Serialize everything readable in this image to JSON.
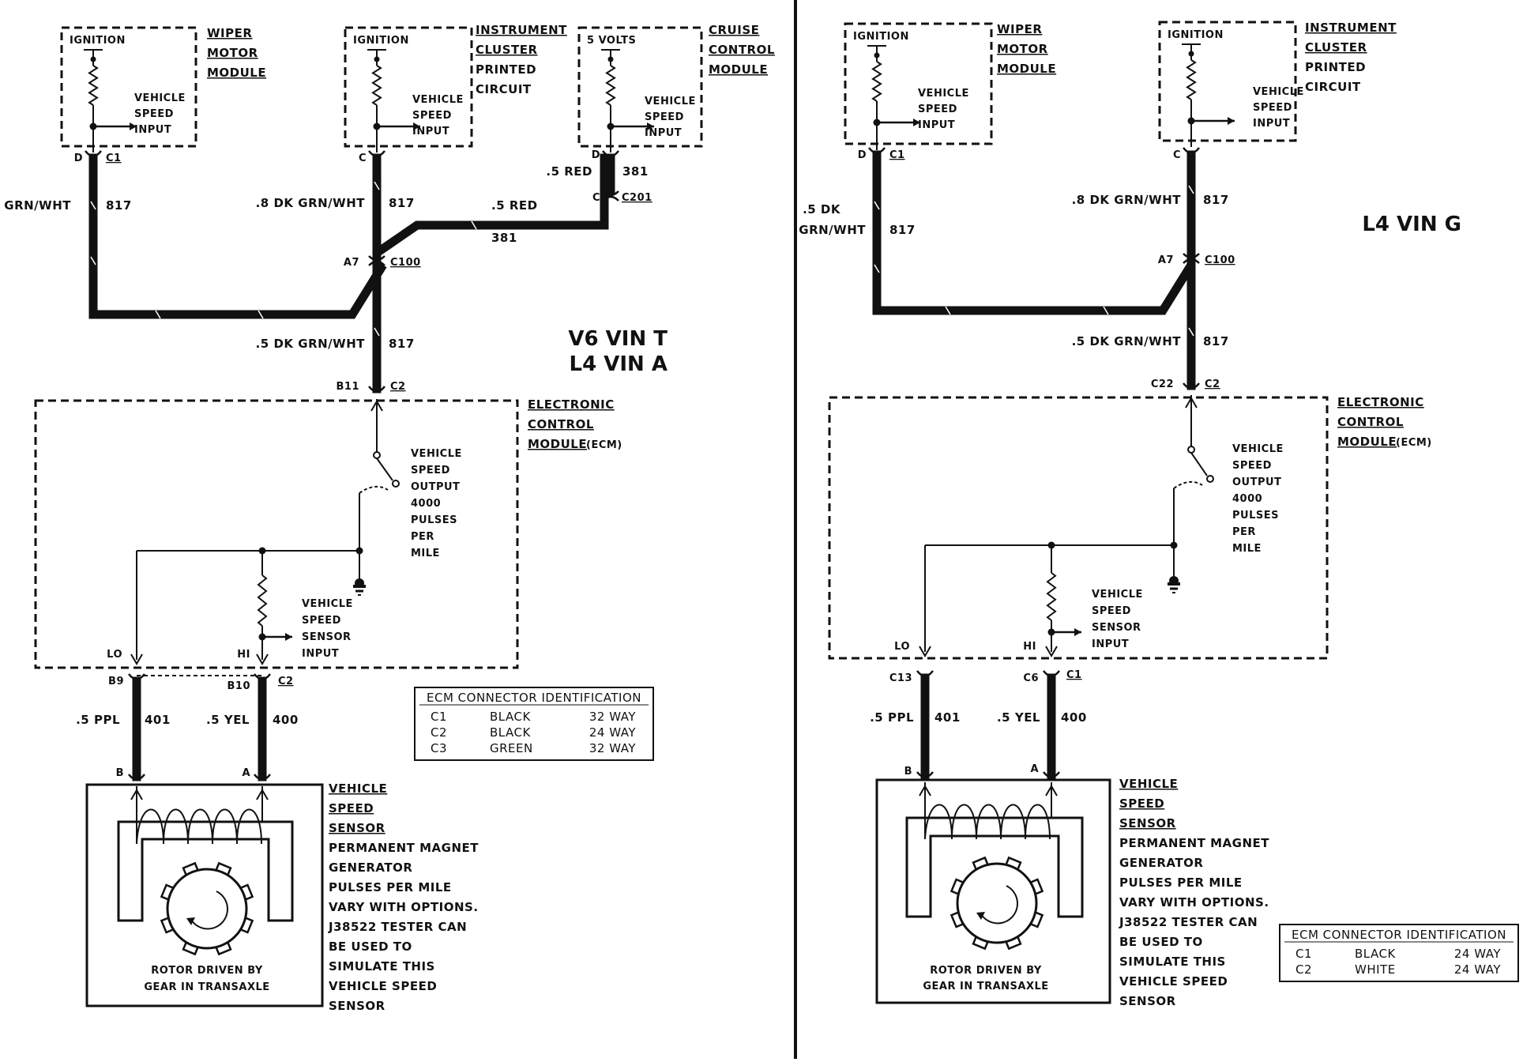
{
  "left": {
    "wiper": {
      "inner_label": "IGNITION",
      "title": [
        "WIPER",
        "MOTOR",
        "MODULE"
      ],
      "input": [
        "VEHICLE",
        "SPEED",
        "INPUT"
      ],
      "pin": "D",
      "conn": "C1"
    },
    "cluster": {
      "inner_label": "IGNITION",
      "title": [
        "INSTRUMENT",
        "CLUSTER",
        "PRINTED",
        "CIRCUIT"
      ],
      "input": [
        "VEHICLE",
        "SPEED",
        "INPUT"
      ],
      "pin": "C"
    },
    "cruise": {
      "inner_label": "5 VOLTS",
      "title": [
        "CRUISE",
        "CONTROL",
        "MODULE"
      ],
      "input": [
        "VEHICLE",
        "SPEED",
        "INPUT"
      ],
      "pin": "D",
      "pin2": "C",
      "conn2": "C201"
    },
    "wires": {
      "wiper_wire": "DK GRN/WHT",
      "wiper_circuit": "817",
      "cluster_wire": ".8 DK GRN/WHT",
      "cluster_circuit": "817",
      "cruise_wire_top": ".5 RED",
      "cruise_circuit_top": "381",
      "cruise_wire_mid": ".5 RED",
      "cruise_circuit_mid": "381",
      "splice_pin": "A7",
      "splice_conn": "C100",
      "main_wire": ".5 DK GRN/WHT",
      "main_circuit": "817",
      "ecm_pin": "B11",
      "ecm_conn": "C2"
    },
    "engine_label": [
      "V6 VIN T",
      "L4 VIN A"
    ],
    "ecm": {
      "title": [
        "ELECTRONIC",
        "CONTROL",
        "MODULE"
      ],
      "title_suffix": "(ECM)",
      "output": [
        "VEHICLE",
        "SPEED",
        "OUTPUT",
        "4000",
        "PULSES",
        "PER",
        "MILE"
      ],
      "sensor_input": [
        "VEHICLE",
        "SPEED",
        "SENSOR",
        "INPUT"
      ],
      "lo": "LO",
      "hi": "HI"
    },
    "sensor_wires": {
      "pin_lo": "B9",
      "pin_hi": "B10",
      "conn": "C2",
      "lo_wire": ".5 PPL",
      "lo_circuit": "401",
      "hi_wire": ".5 YEL",
      "hi_circuit": "400",
      "pin_b": "B",
      "pin_a": "A"
    },
    "vss": {
      "title": [
        "VEHICLE",
        "SPEED",
        "SENSOR"
      ],
      "desc": [
        "PERMANENT MAGNET",
        "GENERATOR",
        "PULSES PER MILE",
        "VARY WITH OPTIONS.",
        "J38522 TESTER CAN",
        "BE USED TO",
        "SIMULATE THIS",
        "VEHICLE SPEED",
        "SENSOR"
      ],
      "rotor": [
        "ROTOR DRIVEN BY",
        "GEAR IN TRANSAXLE"
      ]
    },
    "table": {
      "title": "ECM CONNECTOR IDENTIFICATION",
      "rows": [
        [
          "C1",
          "BLACK",
          "32 WAY"
        ],
        [
          "C2",
          "BLACK",
          "24 WAY"
        ],
        [
          "C3",
          "GREEN",
          "32 WAY"
        ]
      ]
    }
  },
  "right": {
    "wiper": {
      "inner_label": "IGNITION",
      "title": [
        "WIPER",
        "MOTOR",
        "MODULE"
      ],
      "input": [
        "VEHICLE",
        "SPEED",
        "INPUT"
      ],
      "pin": "D",
      "conn": "C1"
    },
    "cluster": {
      "inner_label": "IGNITION",
      "title": [
        "INSTRUMENT",
        "CLUSTER",
        "PRINTED",
        "CIRCUIT"
      ],
      "input": [
        "VEHICLE",
        "SPEED",
        "INPUT"
      ],
      "pin": "C"
    },
    "wires": {
      "wiper_wire": [
        ".5 DK",
        "GRN/WHT"
      ],
      "wiper_circuit": "817",
      "cluster_wire": ".8 DK GRN/WHT",
      "cluster_circuit": "817",
      "splice_pin": "A7",
      "splice_conn": "C100",
      "main_wire": ".5 DK GRN/WHT",
      "main_circuit": "817",
      "ecm_pin": "C22",
      "ecm_conn": "C2"
    },
    "engine_label": "L4 VIN G",
    "ecm": {
      "title": [
        "ELECTRONIC",
        "CONTROL",
        "MODULE"
      ],
      "title_suffix": "(ECM)",
      "output": [
        "VEHICLE",
        "SPEED",
        "OUTPUT",
        "4000",
        "PULSES",
        "PER",
        "MILE"
      ],
      "sensor_input": [
        "VEHICLE",
        "SPEED",
        "SENSOR",
        "INPUT"
      ],
      "lo": "LO",
      "hi": "HI"
    },
    "sensor_wires": {
      "pin_lo": "C13",
      "pin_hi": "C6",
      "conn": "C1",
      "lo_wire": ".5 PPL",
      "lo_circuit": "401",
      "hi_wire": ".5 YEL",
      "hi_circuit": "400",
      "pin_b": "B",
      "pin_a": "A"
    },
    "vss": {
      "title": [
        "VEHICLE",
        "SPEED",
        "SENSOR"
      ],
      "desc": [
        "PERMANENT MAGNET",
        "GENERATOR",
        "PULSES PER MILE",
        "VARY WITH OPTIONS.",
        "J38522 TESTER CAN",
        "BE USED TO",
        "SIMULATE THIS",
        "VEHICLE SPEED",
        "SENSOR"
      ],
      "rotor": [
        "ROTOR DRIVEN BY",
        "GEAR IN TRANSAXLE"
      ]
    },
    "table": {
      "title": "ECM CONNECTOR IDENTIFICATION",
      "rows": [
        [
          "C1",
          "BLACK",
          "24 WAY"
        ],
        [
          "C2",
          "WHITE",
          "24 WAY"
        ]
      ]
    }
  }
}
